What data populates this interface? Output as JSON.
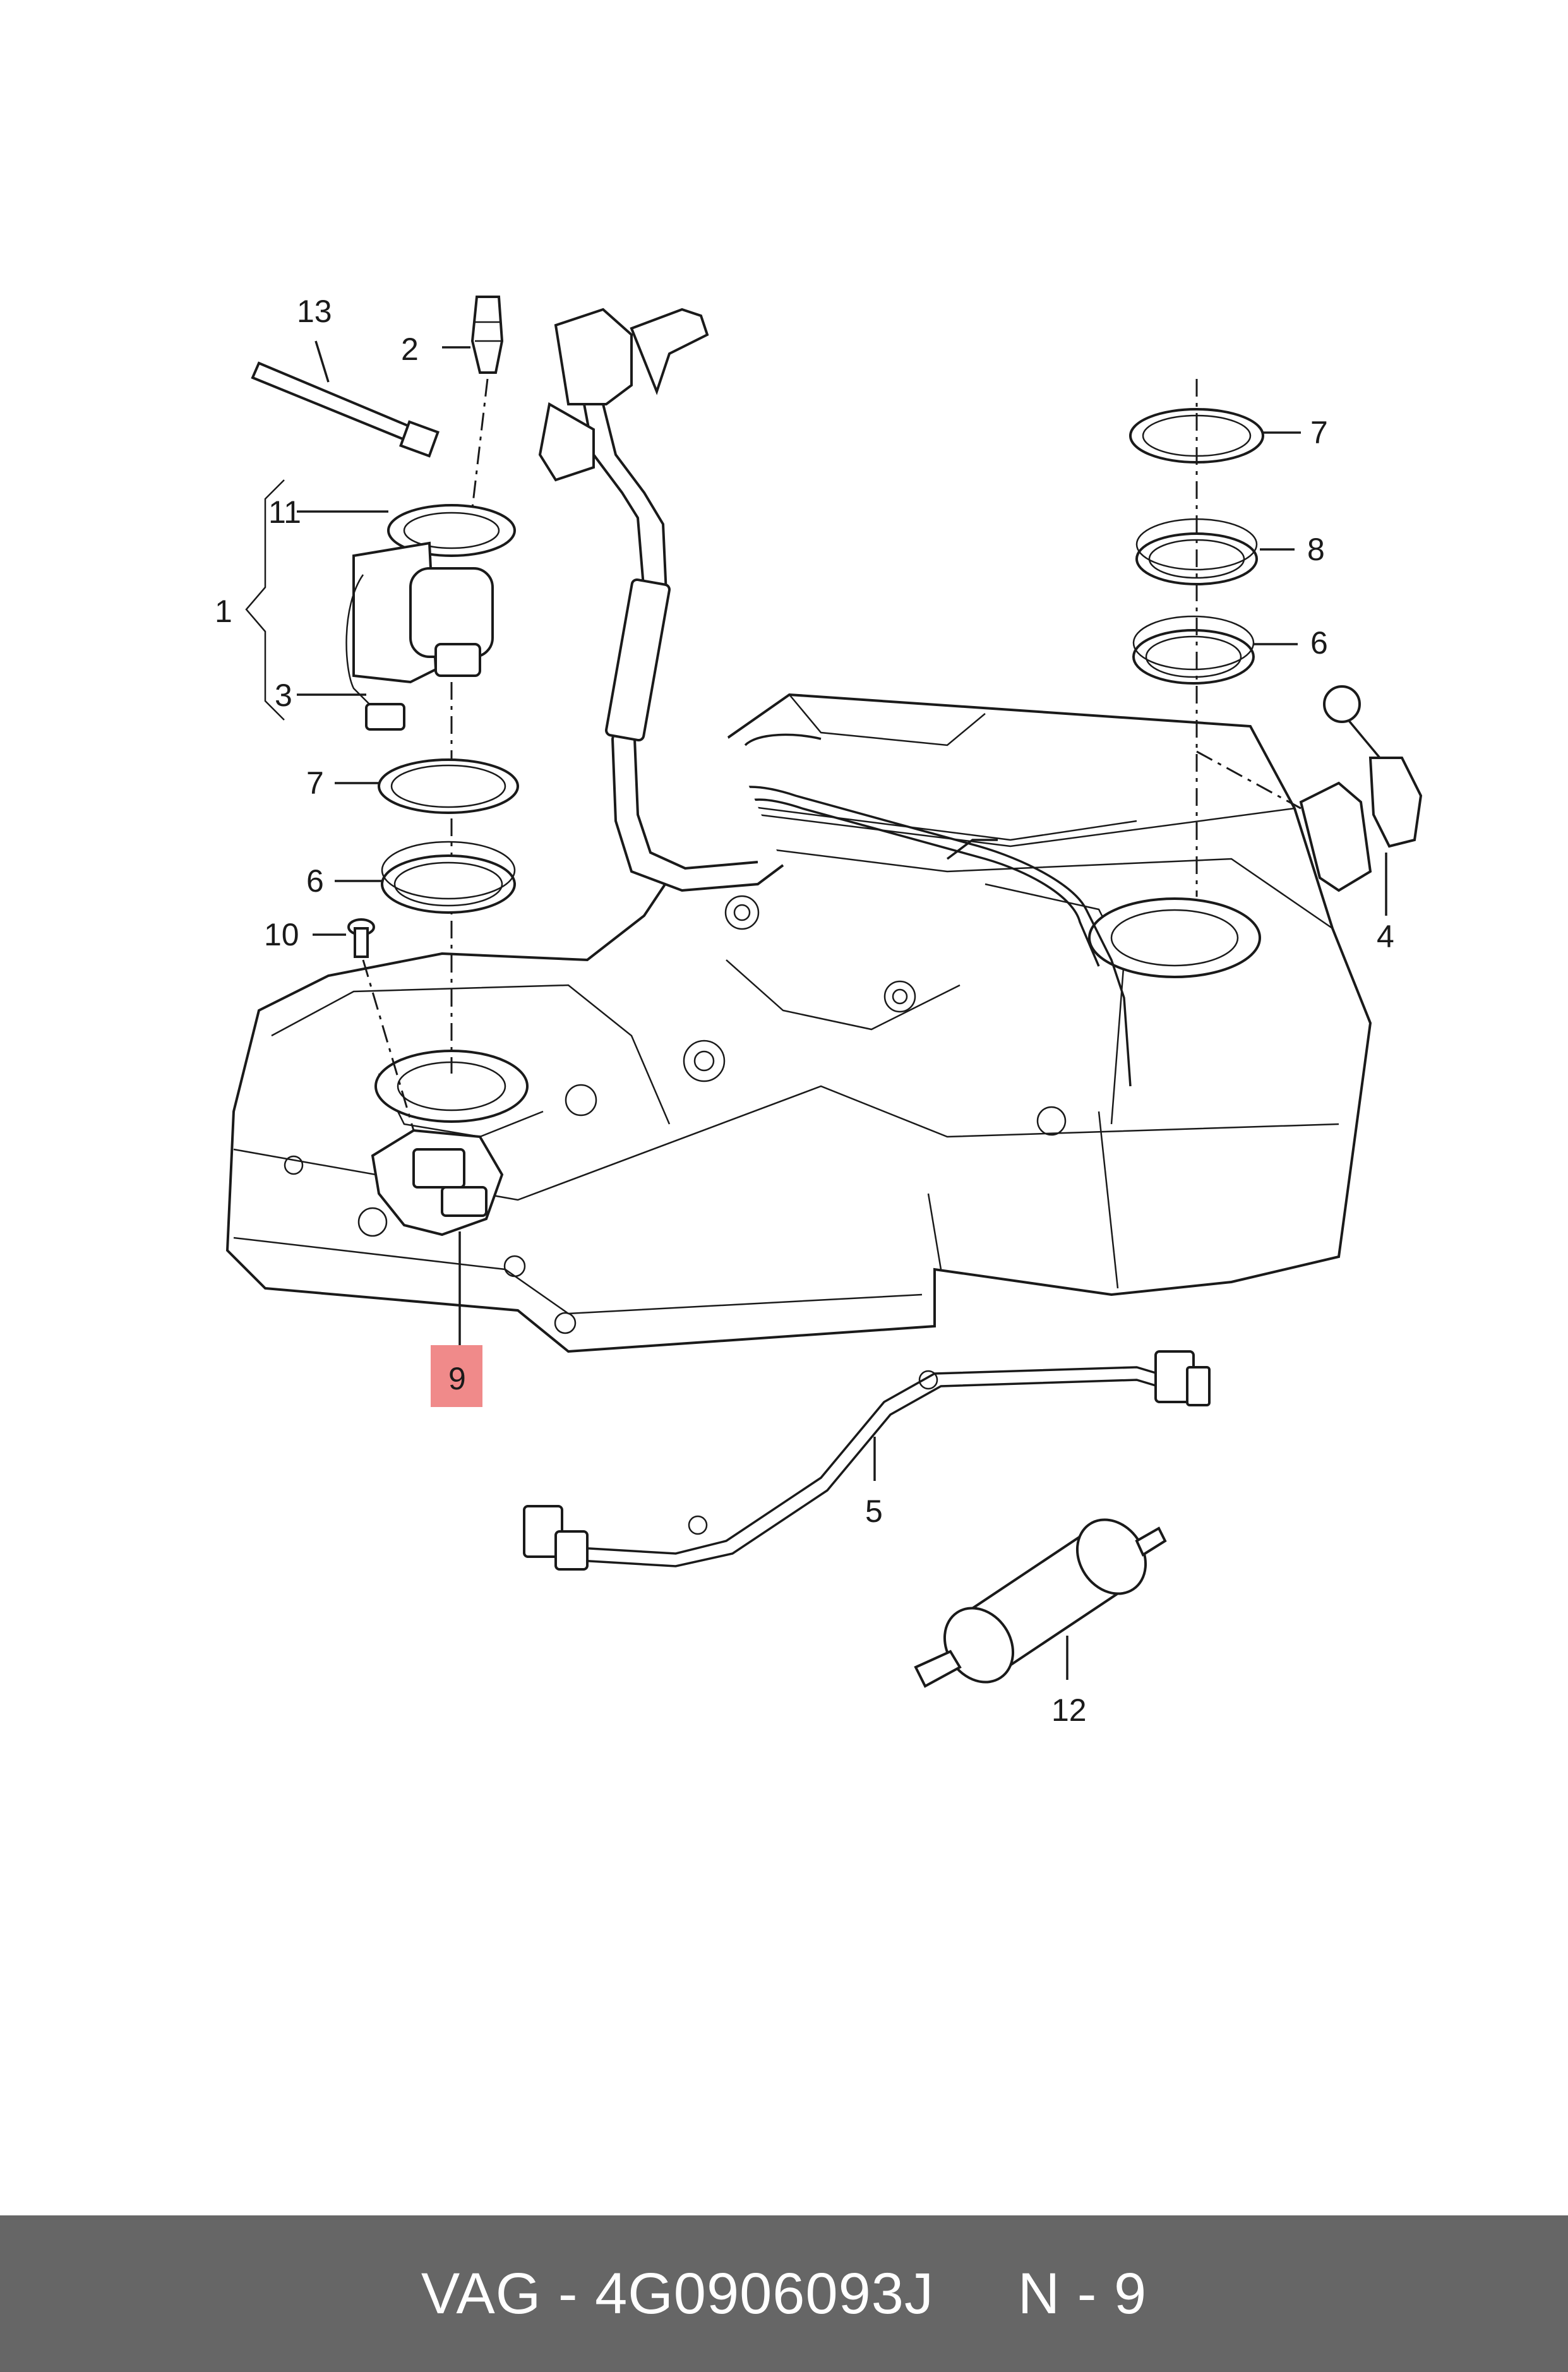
{
  "callouts": {
    "c1": "1",
    "c2": "2",
    "c3": "3",
    "c4": "4",
    "c5": "5",
    "c6a": "6",
    "c6b": "6",
    "c7a": "7",
    "c7b": "7",
    "c8": "8",
    "c9": "9",
    "c10": "10",
    "c11": "11",
    "c12": "12",
    "c13": "13"
  },
  "highlight_color": "#f08a8a",
  "footer": {
    "brand": "VAG",
    "sep1": " - ",
    "part_number": "4G0906093J",
    "gap": "     ",
    "position": "N - 9"
  }
}
